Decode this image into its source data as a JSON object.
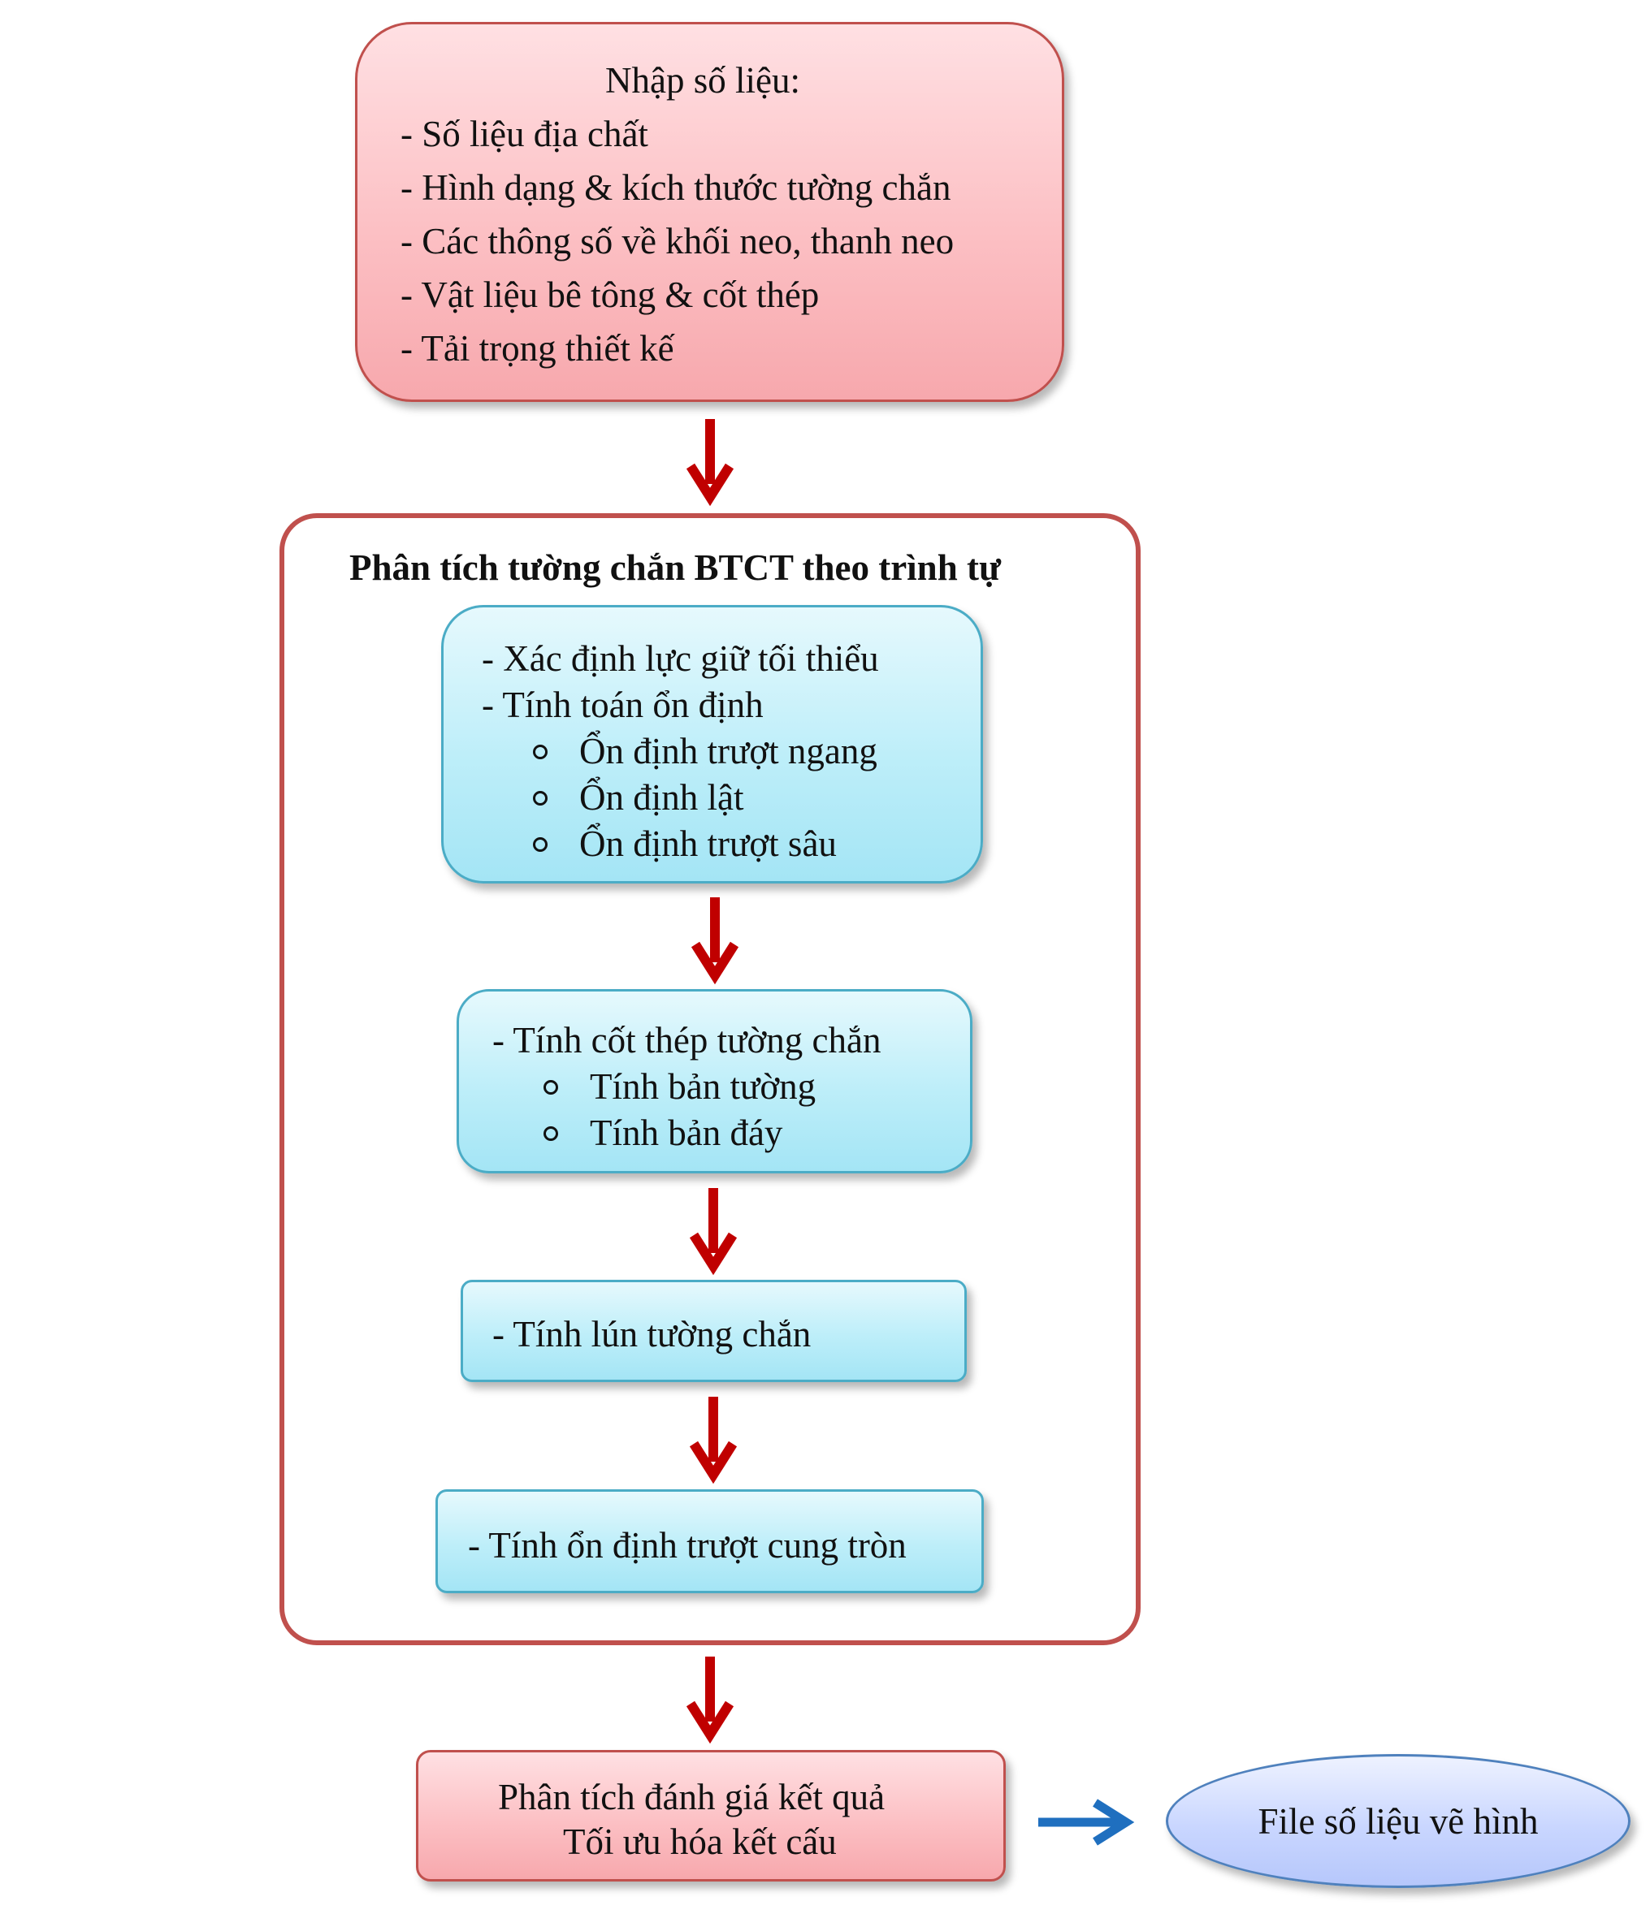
{
  "input_box": {
    "title": "Nhập số liệu:",
    "items": [
      "- Số liệu địa chất",
      "- Hình dạng & kích thước tường chắn",
      "- Các thông số về khối neo, thanh neo",
      "- Vật liệu bê tông & cốt thép",
      "- Tải trọng thiết kế"
    ]
  },
  "analysis_frame": {
    "title": "Phân tích tường chắn BTCT theo trình tự",
    "step1": {
      "lines": [
        "- Xác định lực giữ tối thiểu",
        "- Tính toán ổn định"
      ],
      "subitems": [
        "Ổn định trượt ngang",
        "Ổn định lật",
        "Ổn định trượt sâu"
      ]
    },
    "step2": {
      "lines": [
        "- Tính cốt thép tường chắn"
      ],
      "subitems": [
        "Tính bản tường",
        "Tính bản đáy"
      ]
    },
    "step3": {
      "lines": [
        "- Tính lún tường chắn"
      ]
    },
    "step4": {
      "lines": [
        "- Tính ổn định trượt cung tròn"
      ]
    }
  },
  "result_box": {
    "lines": [
      "Phân tích đánh giá kết quả",
      "Tối ưu hóa kết cấu"
    ]
  },
  "output_ellipse": {
    "label": "File số liệu vẽ hình"
  },
  "colors": {
    "red_arrow": "#c00000",
    "blue_arrow": "#1f6fbf",
    "frame_border": "#c0504d",
    "pink_fill": "#fcc0c4",
    "cyan_fill": "#bdeef9",
    "ellipse_fill": "#c9d6ff"
  }
}
